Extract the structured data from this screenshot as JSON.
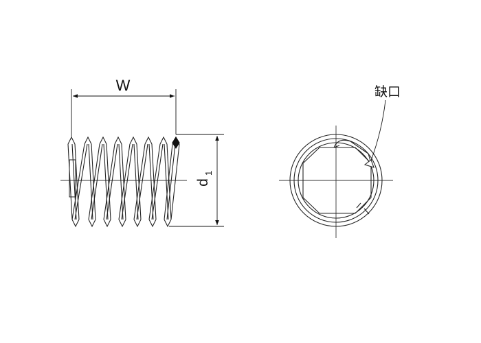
{
  "labels": {
    "width": "W",
    "diameter": "d",
    "diameter_subscript": "1",
    "notch": "缺口"
  },
  "colors": {
    "line": "#222222",
    "centerline": "#333333",
    "background": "#ffffff"
  }
}
